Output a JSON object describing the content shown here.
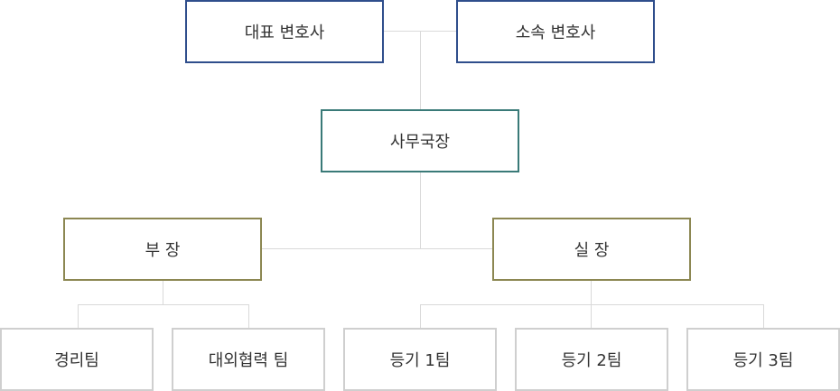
{
  "top_row": {
    "representative_lawyer": "대표 변호사",
    "associate_lawyer": "소속 변호사"
  },
  "office_manager": "사무국장",
  "managers": {
    "deputy_manager": "부 장",
    "section_chief": "실 장"
  },
  "teams": [
    "경리팀",
    "대외협력 팀",
    "등기 1팀",
    "등기 2팀",
    "등기 3팀"
  ],
  "colors": {
    "top_border": "#2f4e8c",
    "office_manager_border": "#3a7a78",
    "manager_border": "#8c8752",
    "team_border": "#cfcfcf",
    "connector": "#d9d9d9"
  }
}
